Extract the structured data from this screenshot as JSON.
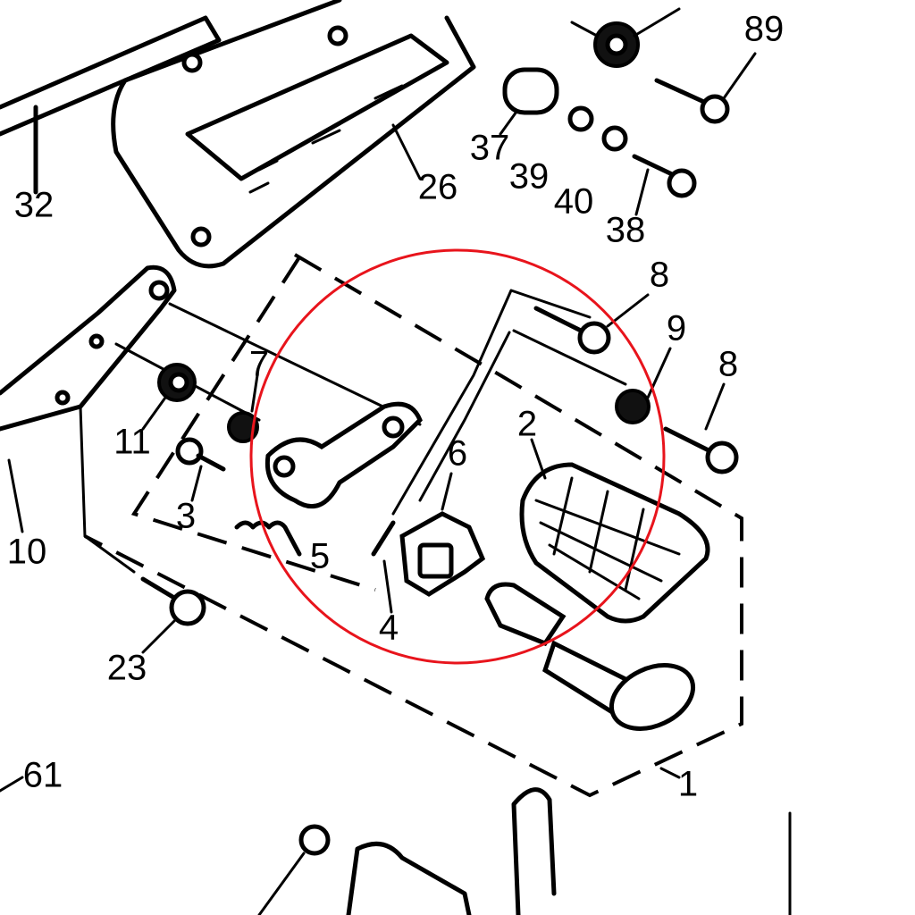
{
  "diagram": {
    "highlight_color": "#e8141c",
    "labels": {
      "p89": "89",
      "p37": "37",
      "p39": "39",
      "p40": "40",
      "p38": "38",
      "p26": "26",
      "p32": "32",
      "p8a": "8",
      "p9": "9",
      "p8b": "8",
      "p2": "2",
      "p6": "6",
      "p7": "7",
      "p11": "11",
      "p3": "3",
      "p5": "5",
      "p4": "4",
      "p10": "10",
      "p23": "23",
      "p61": "61",
      "p1": "1"
    }
  }
}
